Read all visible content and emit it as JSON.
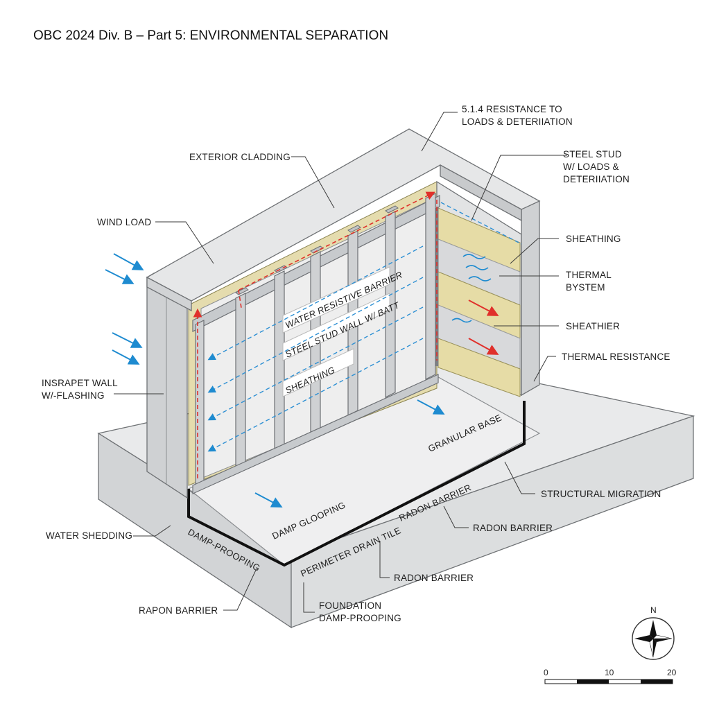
{
  "title": "OBC 2024 Div. B – Part 5: ENVIRONMENTAL SEPARATION",
  "callouts": {
    "resistance": [
      "5.1.4 RESISTANCE TO",
      "LOADS & DETERIIATION"
    ],
    "exterior_cladding": "EXTERIOR CLADDING",
    "steel_stud": [
      "STEEL STUD",
      "W/ LOADS &",
      "DETERIIATION"
    ],
    "wind_load": "WIND LOAD",
    "sheathing": "SHEATHING",
    "thermal_system": [
      "THERMAL",
      "BYSTEM"
    ],
    "sheathier": "SHEATHIER",
    "thermal_resistance": "THERMAL RESISTANCE",
    "parapet_wall": [
      "INSRAPET WALL",
      "W/-FLASHING"
    ],
    "structural_migration": "STRUCTURAL MIGRATION",
    "radon_barrier_1": "RADON BARRIER",
    "water_shedding": "WATER SHEDDING",
    "radon_barrier_2": "RADON BARRIER",
    "rapon_barrier": "RAPON BARRIER",
    "foundation": [
      "FOUNDATION",
      "DAMP-PROOPING"
    ]
  },
  "in_drawing": {
    "banner_1": "WATER RESISTIVE BARRIER",
    "banner_2": "STEEL STUD WALL W/ BATT",
    "banner_3": "SHEATHING",
    "granular_base": "GRANULAR BASE",
    "damp_glooping": "DAMP GLOOPING",
    "radon_barrier_slab": "RADON BARRIER",
    "damp_proofing_edge": "DAMP-PROOPING",
    "perimeter_drain": "PERIMETER DRAIN TILE"
  },
  "compass": {
    "north": "N"
  },
  "scale_bar": {
    "labels": [
      "0",
      "10",
      "20"
    ]
  },
  "colors": {
    "concrete": "#e4e5e6",
    "concrete_dark": "#c9cbcd",
    "insulation": "#e9dfa8",
    "water_arrow": "#1e8bd0",
    "heat_arrow": "#e0302b"
  }
}
